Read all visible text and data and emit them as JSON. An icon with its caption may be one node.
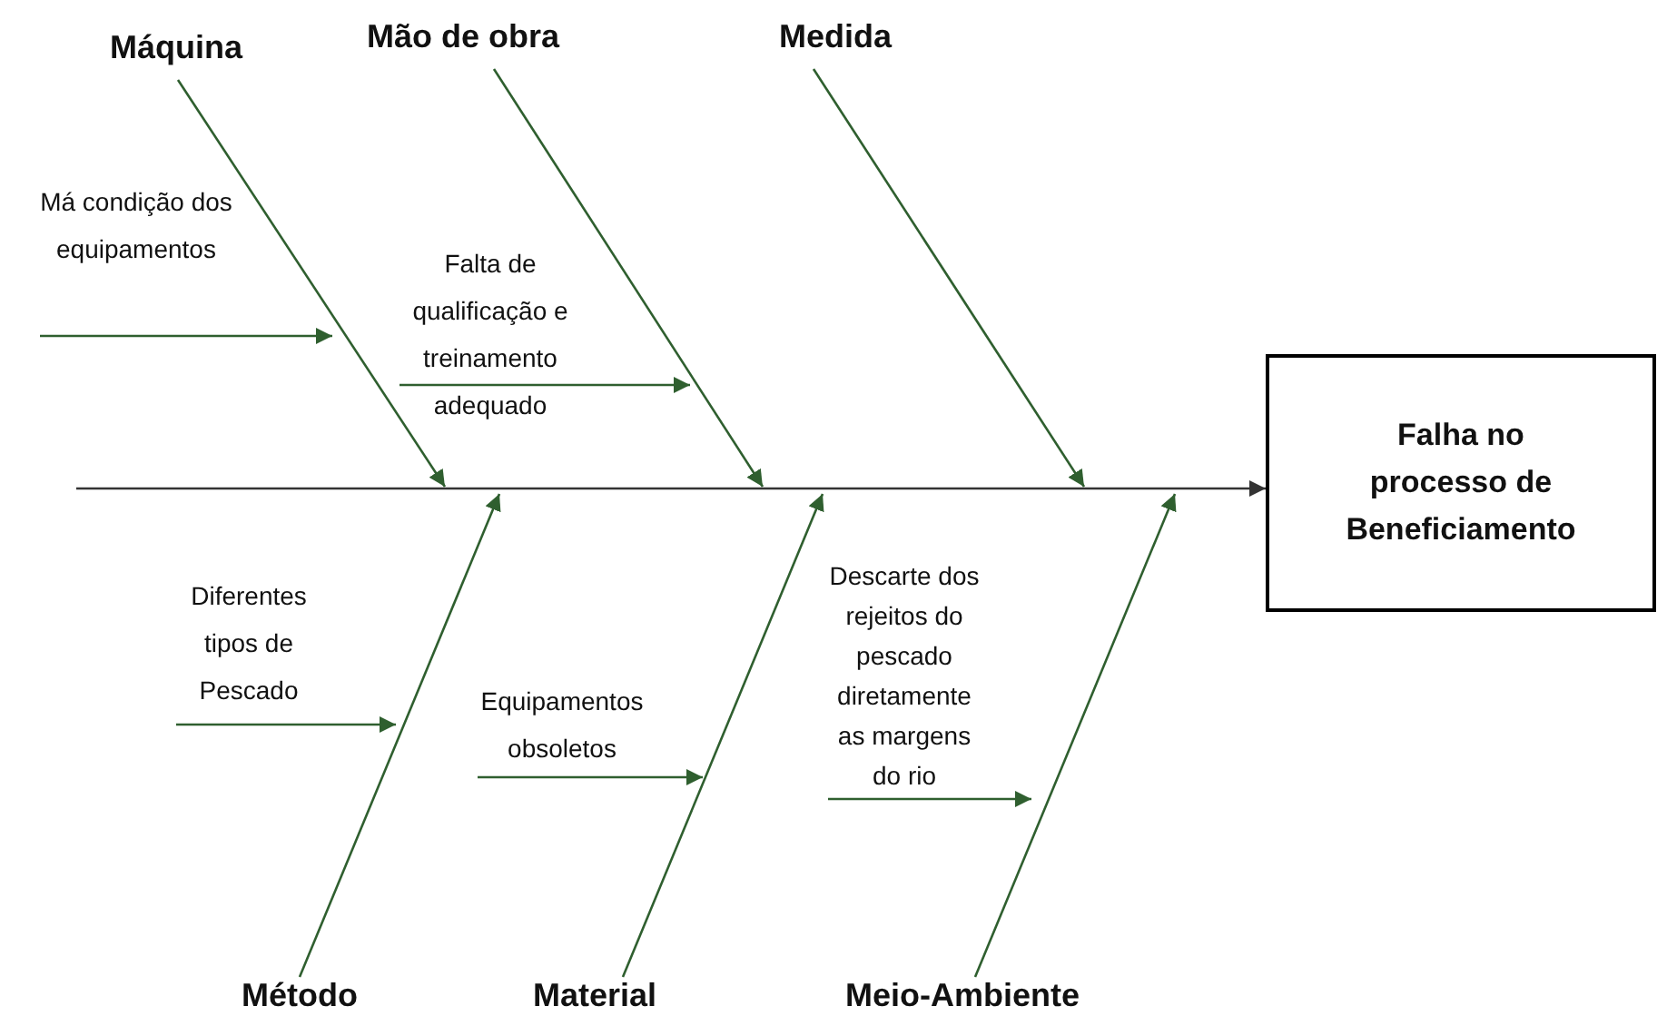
{
  "diagram": {
    "nodes": [
      {
        "text": [
          "Máquina"
        ]
      },
      {
        "text": [
          "Mão de obra"
        ]
      },
      {
        "text": [
          "Medida"
        ]
      },
      {
        "text": [
          "Falha no processo de Beneficiamento"
        ]
      },
      {
        "text": [
          "Método"
        ]
      },
      {
        "text": [
          "Material"
        ]
      },
      {
        "text": [
          "Meio-Ambiente"
        ]
      },
      {
        "text": [
          "Má condição dos equipamentos"
        ]
      },
      {
        "text": [
          "Falta de qualificação e treinamento adequado"
        ]
      },
      {
        "text": [
          "Diferentes tipos de Pescado"
        ]
      },
      {
        "text": [
          "Equipamentos obsoletos"
        ]
      },
      {
        "text": [
          "Descarte dos rejeitos do pescado diretamente as margens do rio"
        ]
      }
    ],
    "edges": [
      {
        "from": null,
        "to": 3,
        "arrow": "to",
        "color": "#333333"
      },
      {
        "from": 0,
        "to": null,
        "arrow": "to"
      },
      {
        "from": 1,
        "to": null,
        "arrow": "to"
      },
      {
        "from": 2,
        "to": null,
        "arrow": "to"
      },
      {
        "from": 4,
        "to": null,
        "arrow": "to"
      },
      {
        "from": 5,
        "to": null,
        "arrow": "to"
      },
      {
        "from": 6,
        "to": null,
        "arrow": "to"
      },
      {
        "from": 7,
        "to": null,
        "arrow": "to"
      },
      {
        "from": 8,
        "to": null,
        "arrow": "to"
      },
      {
        "from": 9,
        "to": null,
        "arrow": "to"
      },
      {
        "from": 10,
        "to": null,
        "arrow": "to"
      },
      {
        "from": 11,
        "to": null,
        "arrow": "to"
      }
    ]
  }
}
